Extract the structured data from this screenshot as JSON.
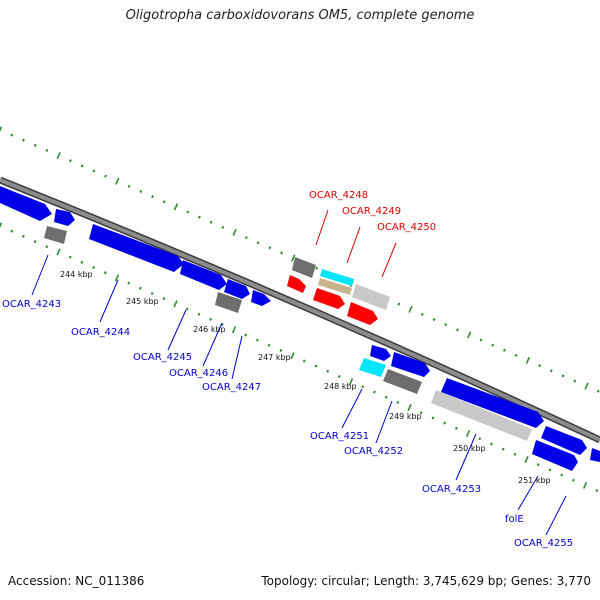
{
  "title": "Oligotropha carboxidovorans OM5, complete genome",
  "footer": {
    "accession": "Accession: NC_011386",
    "stats": "Topology: circular; Length: 3,745,629 bp; Genes: 3,770"
  },
  "colors": {
    "backbone": "#8c8c8c",
    "backbone_edge": "#3c3c3c",
    "ticks": "#2e8b2e",
    "forward_gene": "#0000e6",
    "gray_gene": "#6e6e6e",
    "light_gene": "#c8c8c8",
    "cyan_gene": "#00e6ff",
    "tan_gene": "#c8b48c",
    "red_gene": "#ff0000",
    "label_blue": "#0000cc",
    "label_red": "#dd0000"
  },
  "scale_labels": [
    "244 kbp",
    "245 kbp",
    "246 kbp",
    "247 kbp",
    "248 kbp",
    "249 kbp",
    "250 kbp",
    "251 kbp"
  ],
  "gene_labels_red": [
    "OCAR_4248",
    "OCAR_4249",
    "OCAR_4250"
  ],
  "gene_labels_blue": [
    "OCAR_4243",
    "OCAR_4244",
    "OCAR_4245",
    "OCAR_4246",
    "OCAR_4247",
    "OCAR_4251",
    "OCAR_4252",
    "OCAR_4253",
    "folE",
    "OCAR_4255"
  ]
}
